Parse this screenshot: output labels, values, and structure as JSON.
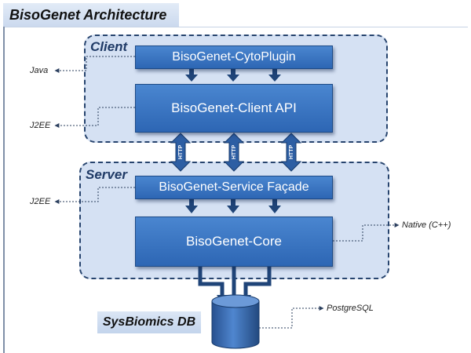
{
  "title": "BisoGenet Architecture",
  "groups": {
    "client": "Client",
    "server": "Server"
  },
  "modules": {
    "cytoplugin": "BisoGenet-CytoPlugin",
    "client_api": "BisoGenet-Client API",
    "service_facade": "BisoGenet-Service Façade",
    "core": "BisoGenet-Core"
  },
  "technologies": {
    "java": "Java",
    "j2ee_client": "J2EE",
    "j2ee_server": "J2EE",
    "native": "Native (C++)",
    "postgresql": "PostgreSQL"
  },
  "connectors": {
    "http_1": "HTTP",
    "http_2": "HTTP",
    "http_3": "HTTP"
  },
  "database": {
    "label": "SysBiomics DB",
    "icon": "database-cylinder-icon"
  },
  "colors": {
    "module_blue": "#3a74c2",
    "group_fill": "#b2c9ea",
    "group_border": "#27446e",
    "arrow_dark": "#1f4478"
  }
}
